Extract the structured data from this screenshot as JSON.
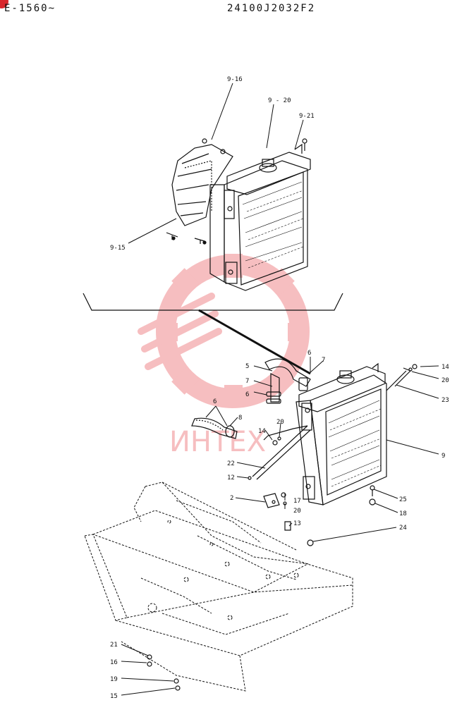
{
  "header": {
    "serial_range": "E-1560~",
    "drawing_number": "24100J2032F2"
  },
  "watermark": {
    "text": "ИНТЕХ",
    "color": "#e8474c"
  },
  "labels": {
    "l9_16": "9-16",
    "l9_20": "9 - 20",
    "l9_21": "9-21",
    "l9_15": "9-15",
    "l6a": "6",
    "l7a": "7",
    "l5": "5",
    "l7b": "7",
    "l6b": "6",
    "l6c": "6",
    "l8": "8",
    "l14a": "14",
    "l20a": "20",
    "l14b": "14",
    "l20b": "20",
    "l23": "23",
    "l9": "9",
    "l22": "22",
    "l12": "12",
    "l2": "2",
    "l17": "17",
    "l20c": "20",
    "l13": "13",
    "l25": "25",
    "l18": "18",
    "l24": "24",
    "l21": "21",
    "l16": "16",
    "l19": "19",
    "l15": "15"
  }
}
